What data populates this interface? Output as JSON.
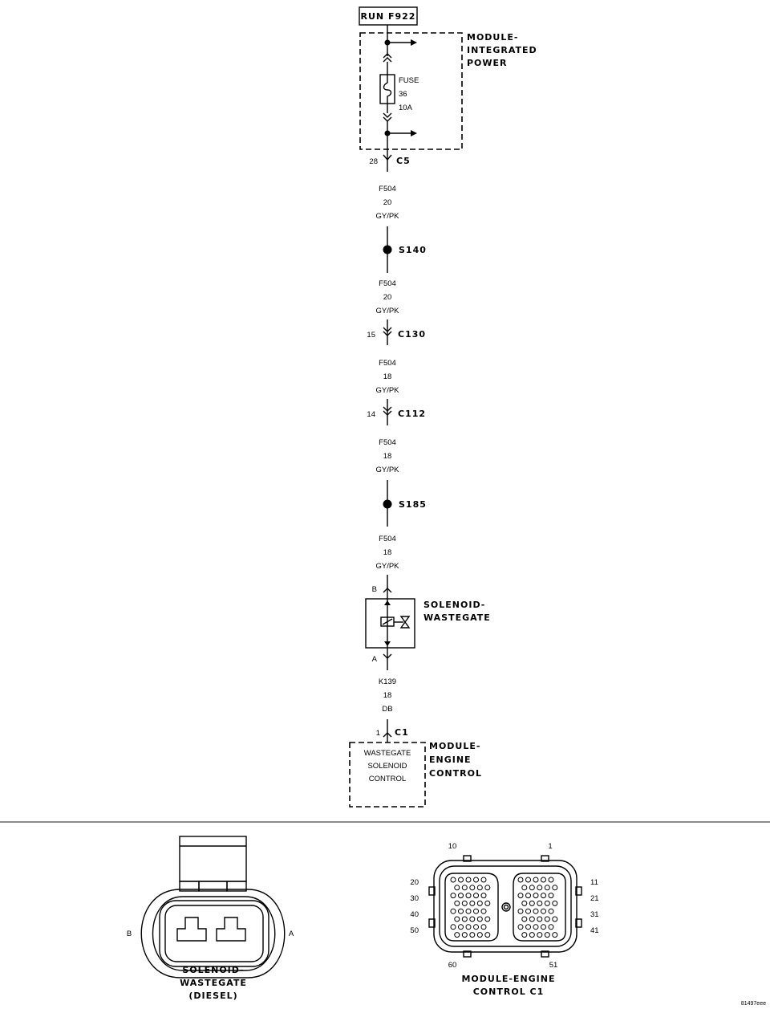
{
  "run": "RUN F922",
  "mip": {
    "label": [
      "MODULE-",
      "INTEGRATED",
      "POWER"
    ],
    "fuse": [
      "FUSE",
      "36",
      "10A"
    ]
  },
  "conns": {
    "c5": {
      "name": "C5",
      "pin": "28"
    },
    "c130": {
      "name": "C130",
      "pin": "15"
    },
    "c112": {
      "name": "C112",
      "pin": "14"
    },
    "c1": {
      "name": "C1",
      "pin": "1"
    }
  },
  "splices": {
    "s140": "S140",
    "s185": "S185"
  },
  "wires": {
    "w1": [
      "F504",
      "20",
      "GY/PK"
    ],
    "w2": [
      "F504",
      "20",
      "GY/PK"
    ],
    "w3": [
      "F504",
      "18",
      "GY/PK"
    ],
    "w4": [
      "F504",
      "18",
      "GY/PK"
    ],
    "w5": [
      "F504",
      "18",
      "GY/PK"
    ],
    "w6": [
      "K139",
      "18",
      "DB"
    ]
  },
  "solenoid": {
    "label": [
      "SOLENOID-",
      "WASTEGATE"
    ],
    "pinB": "B",
    "pinA": "A"
  },
  "ecm": {
    "label": [
      "MODULE-",
      "ENGINE",
      "CONTROL"
    ],
    "text": [
      "WASTEGATE",
      "SOLENOID",
      "CONTROL"
    ]
  },
  "solConn": {
    "pinB": "B",
    "pinA": "A",
    "label": [
      "SOLENOID-",
      "WASTEGATE",
      "(DIESEL)"
    ]
  },
  "ecmConn": {
    "top": [
      "10",
      "1"
    ],
    "left": [
      "20",
      "30",
      "40",
      "50"
    ],
    "right": [
      "11",
      "21",
      "31",
      "41"
    ],
    "bottom": [
      "60",
      "51"
    ],
    "label": [
      "MODULE-ENGINE",
      "CONTROL C1"
    ]
  },
  "figId": "81497eee"
}
